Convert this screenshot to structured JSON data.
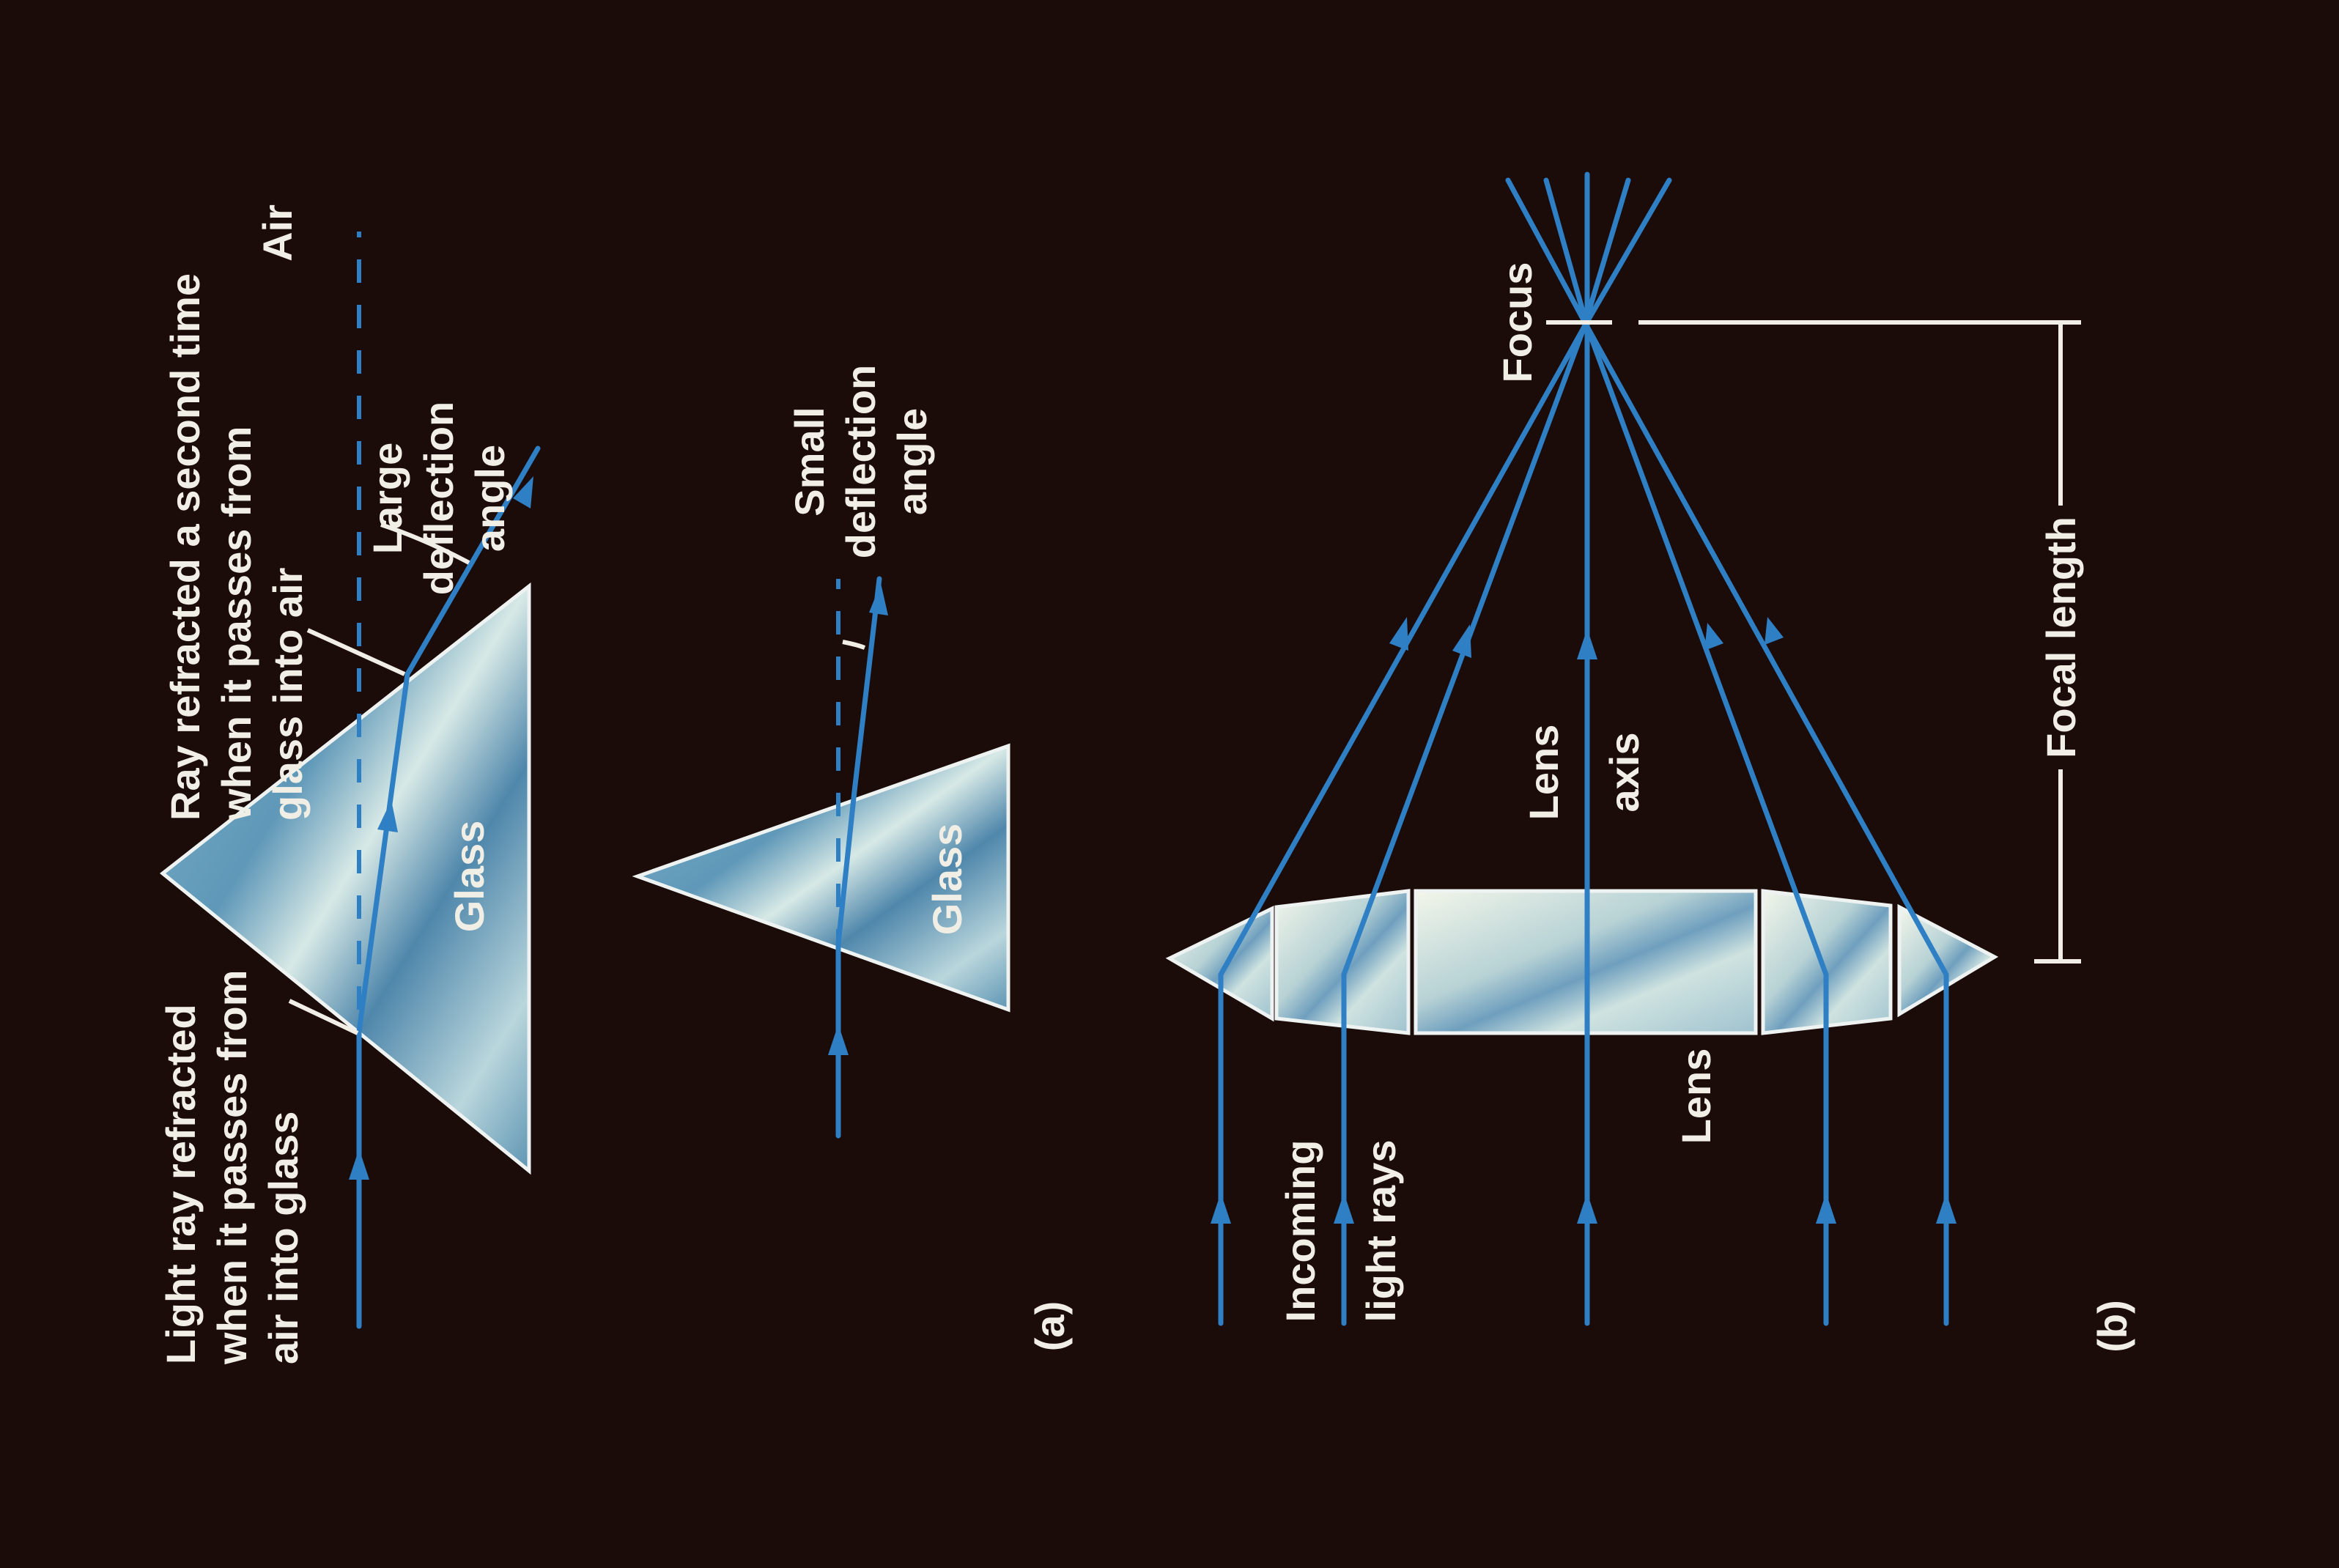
{
  "panel_a": {
    "tag": "(a)",
    "air_label": "Air",
    "glass_label_1": "Glass",
    "glass_label_2": "Glass",
    "refracted_in_label": [
      "Light ray refracted",
      "when it passes from",
      "air into glass"
    ],
    "refracted_out_label": [
      "Ray refracted a second time",
      "when it passes from",
      "glass into air"
    ],
    "large_angle_label": [
      "Large",
      "deflection",
      "angle"
    ],
    "small_angle_label": [
      "Small",
      "deflection",
      "angle"
    ]
  },
  "panel_b": {
    "tag": "(b)",
    "focus_label": "Focus",
    "lens_axis_label": [
      "Lens",
      "axis"
    ],
    "lens_label": "Lens",
    "incoming_label": [
      "Incoming",
      "light rays"
    ],
    "focal_length_label": "Focal length"
  },
  "colors": {
    "background": "#1b0b09",
    "ray": "#2f7fc4",
    "text": "#f1eee6"
  }
}
